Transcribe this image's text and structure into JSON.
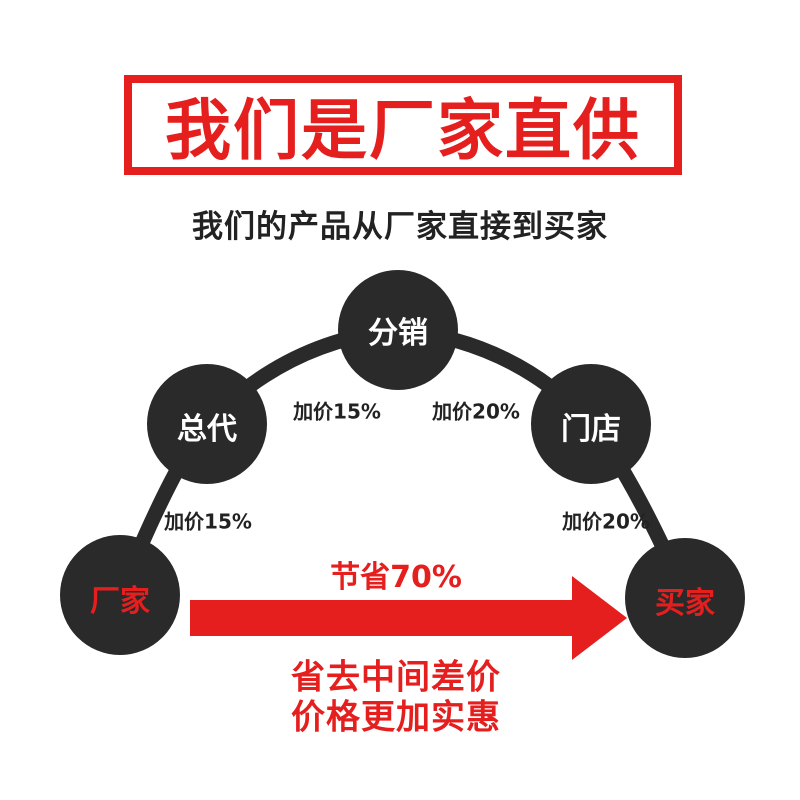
{
  "header": {
    "title": "我们是厂家直供",
    "subtitle": "我们的产品从厂家直接到买家"
  },
  "diagram": {
    "nodes": {
      "factory": "厂家",
      "general_agent": "总代",
      "distribution": "分销",
      "store": "门店",
      "buyer": "买家"
    },
    "markups": {
      "factory_to_general": "加价15%",
      "general_to_distribution": "加价15%",
      "distribution_to_store": "加价20%",
      "store_to_buyer": "加价20%"
    },
    "saving": "节省70%",
    "slogan_line1": "省去中间差价",
    "slogan_line2": "价格更加实惠"
  },
  "colors": {
    "accent_red": "#e51e1e",
    "node_dark": "#2a2a2a"
  }
}
